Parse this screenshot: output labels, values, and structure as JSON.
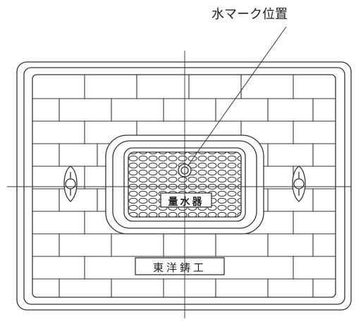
{
  "callout": {
    "label": "水マーク位置"
  },
  "stamps": {
    "center_plate": "量水器",
    "maker_plate": "東洋鋳工"
  },
  "colors": {
    "line": "#333333",
    "background": "#ffffff"
  }
}
